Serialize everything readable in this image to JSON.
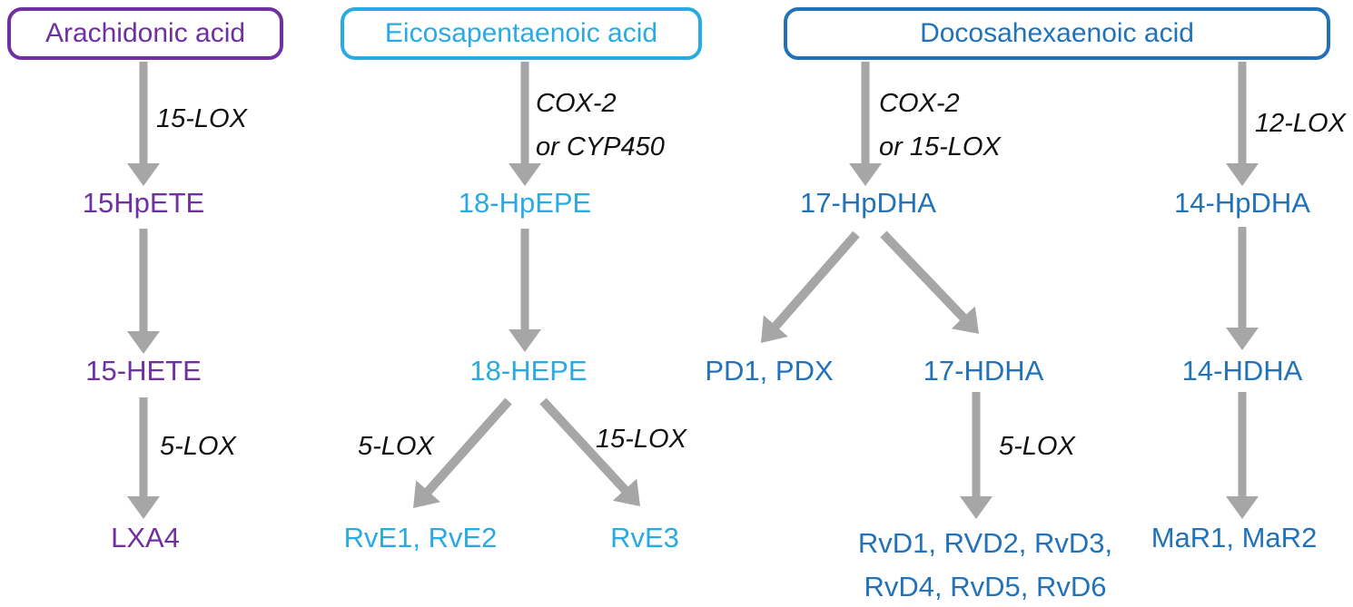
{
  "colors": {
    "arachidonic": "#7030A0",
    "epa": "#29ABE2",
    "dha": "#2272B8",
    "arrow": "#A6A6A6",
    "enzyme": "#111111",
    "background": "#FFFFFF"
  },
  "arachidonic_pathway": {
    "source": "Arachidonic acid",
    "enzyme_1": "15-LOX",
    "metabolite_1": "15HpETE",
    "metabolite_2": "15-HETE",
    "enzyme_2": "5-LOX",
    "product": "LXA4"
  },
  "epa_pathway": {
    "source": "Eicosapentaenoic acid",
    "enzyme_1_line_1": "COX-2",
    "enzyme_1_line_2": "or CYP450",
    "metabolite_1": "18-HpEPE",
    "metabolite_2": "18-HEPE",
    "enzyme_branch_left": "5-LOX",
    "enzyme_branch_right": "15-LOX",
    "product_left": "RvE1, RvE2",
    "product_right": "RvE3"
  },
  "dha_pathway": {
    "source": "Docosahexaenoic acid",
    "enzyme_left_line_1": "COX-2",
    "enzyme_left_line_2": "or 15-LOX",
    "enzyme_right": "12-LOX",
    "metabolite_left_1": "17-HpDHA",
    "metabolite_right_1": "14-HpDHA",
    "product_protectins": "PD1, PDX",
    "metabolite_left_2": "17-HDHA",
    "metabolite_right_2": "14-HDHA",
    "enzyme_resolvin": "5-LOX",
    "product_resolvins_line_1": "RvD1, RVD2, RvD3,",
    "product_resolvins_line_2": "RvD4, RvD5, RvD6",
    "product_maresins": "MaR1, MaR2"
  }
}
